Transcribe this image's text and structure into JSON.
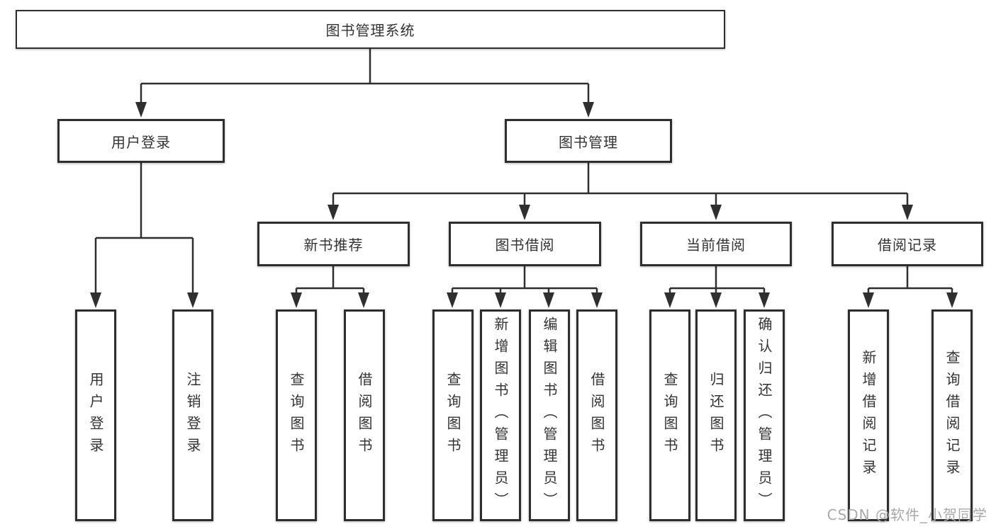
{
  "diagram": {
    "root": {
      "label": "图书管理系统"
    },
    "branches": [
      {
        "label": "用户登录",
        "children": [
          {
            "label": "用户登录"
          },
          {
            "label": "注销登录"
          }
        ]
      },
      {
        "label": "图书管理",
        "sections": [
          {
            "label": "新书推荐",
            "children": [
              {
                "label": "查询图书"
              },
              {
                "label": "借阅图书"
              }
            ]
          },
          {
            "label": "图书借阅",
            "children": [
              {
                "label": "查询图书"
              },
              {
                "label": "新增图书（管理员）"
              },
              {
                "label": "编辑图书（管理员）"
              },
              {
                "label": "借阅图书"
              }
            ]
          },
          {
            "label": "当前借阅",
            "children": [
              {
                "label": "查询图书"
              },
              {
                "label": "归还图书"
              },
              {
                "label": "确认归还（管理员）"
              }
            ]
          },
          {
            "label": "借阅记录",
            "children": [
              {
                "label": "新增借阅记录"
              },
              {
                "label": "查询借阅记录"
              }
            ]
          }
        ]
      }
    ]
  },
  "watermark": {
    "text": "CSDN @软件_小贺同学"
  },
  "colors": {
    "line": "#2f2f2f",
    "box_border": "#2e2e2e",
    "text": "#333333",
    "watermark_text": "#a9a9a9",
    "background": "#ffffff"
  }
}
